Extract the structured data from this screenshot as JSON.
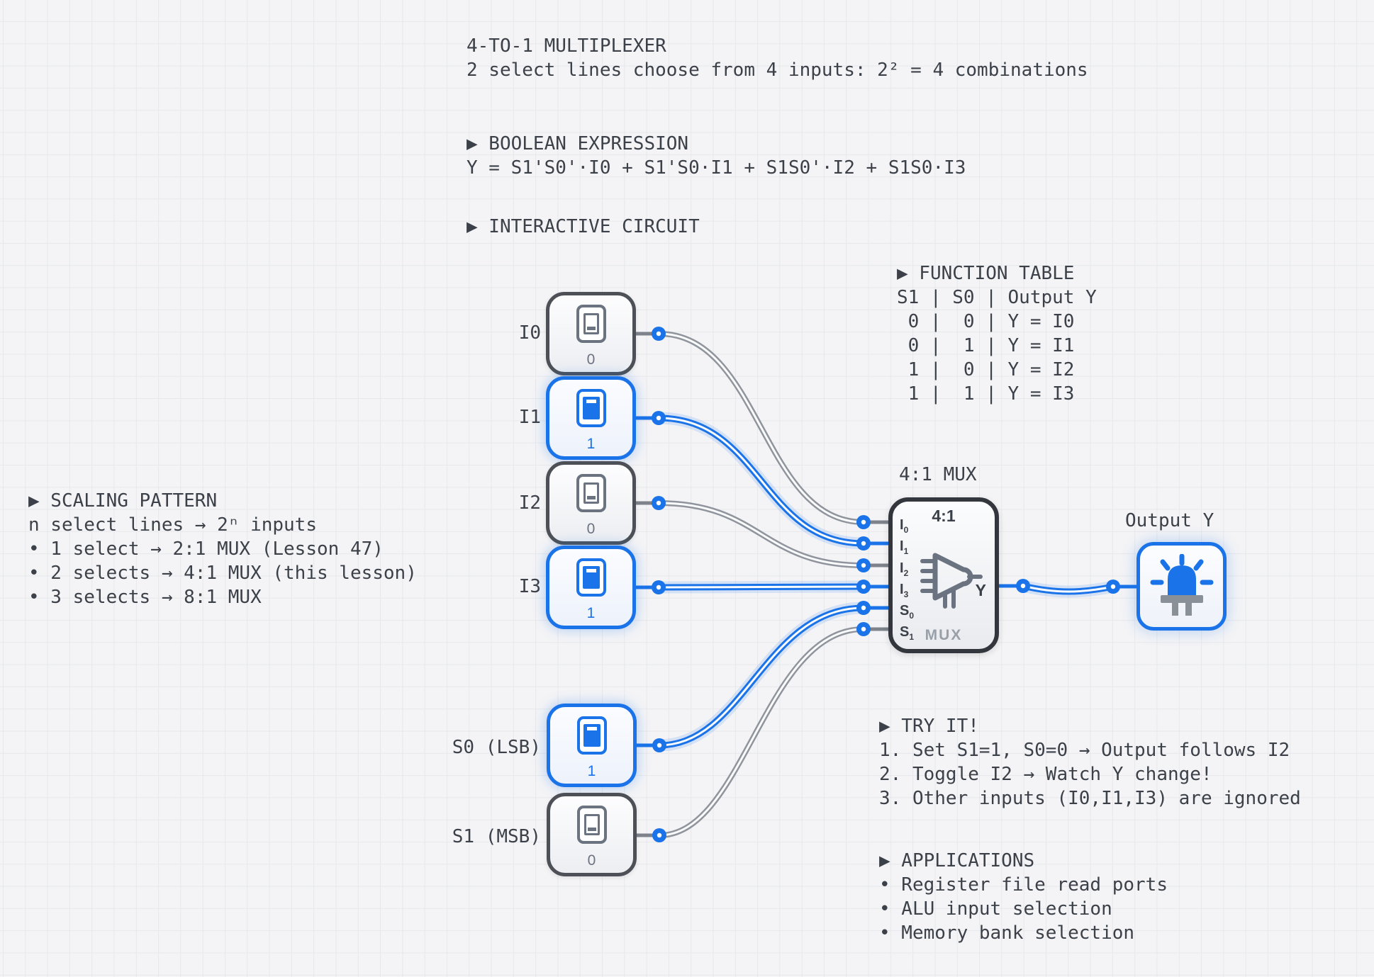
{
  "colors": {
    "accent_blue": "#1a73e8",
    "wire_inactive": "#90959d",
    "text_dark": "#3c4149",
    "text_muted": "#9aa0a8",
    "background": "#f4f4f6"
  },
  "header": {
    "title": "4-TO-1 MULTIPLEXER",
    "subtitle": "2 select lines choose from 4 inputs: 2² = 4 combinations"
  },
  "sections": {
    "boolean": {
      "heading": "▶ BOOLEAN EXPRESSION",
      "expression": "Y = S1'S0'·I0 + S1'S0·I1 + S1S0'·I2 + S1S0·I3"
    },
    "interactive": {
      "heading": "▶ INTERACTIVE CIRCUIT"
    },
    "function_table": {
      "heading": "▶ FUNCTION TABLE",
      "header_row": "S1 | S0 | Output Y",
      "rows": [
        " 0 |  0 | Y = I0",
        " 0 |  1 | Y = I1",
        " 1 |  0 | Y = I2",
        " 1 |  1 | Y = I3"
      ]
    },
    "scaling": {
      "heading": "▶ SCALING PATTERN",
      "lines": [
        "n select lines → 2ⁿ inputs",
        "• 1 select → 2:1 MUX (Lesson 47)",
        "• 2 selects → 4:1 MUX (this lesson)",
        "• 3 selects → 8:1 MUX"
      ]
    },
    "try_it": {
      "heading": "▶ TRY IT!",
      "steps": [
        "1. Set S1=1, S0=0 → Output follows I2",
        "2. Toggle I2 → Watch Y change!",
        "3. Other inputs (I0,I1,I3) are ignored"
      ]
    },
    "applications": {
      "heading": "▶ APPLICATIONS",
      "items": [
        "• Register file read ports",
        "• ALU input selection",
        "• Memory bank selection"
      ]
    }
  },
  "circuit": {
    "switches": [
      {
        "id": "I0",
        "label": "I0",
        "value": "0",
        "state": "off"
      },
      {
        "id": "I1",
        "label": "I1",
        "value": "1",
        "state": "on"
      },
      {
        "id": "I2",
        "label": "I2",
        "value": "0",
        "state": "off"
      },
      {
        "id": "I3",
        "label": "I3",
        "value": "1",
        "state": "on"
      },
      {
        "id": "S0",
        "label": "S0 (LSB)",
        "value": "1",
        "state": "on"
      },
      {
        "id": "S1",
        "label": "S1 (MSB)",
        "value": "0",
        "state": "off"
      }
    ],
    "mux": {
      "title": "4:1 MUX",
      "top_label": "4:1",
      "pins": [
        {
          "base": "I",
          "sub": "0"
        },
        {
          "base": "I",
          "sub": "1"
        },
        {
          "base": "I",
          "sub": "2"
        },
        {
          "base": "I",
          "sub": "3"
        },
        {
          "base": "S",
          "sub": "0"
        },
        {
          "base": "S",
          "sub": "1"
        }
      ],
      "output_pin": "Y",
      "bottom_label": "MUX"
    },
    "output": {
      "label": "Output Y",
      "state": "on"
    }
  }
}
